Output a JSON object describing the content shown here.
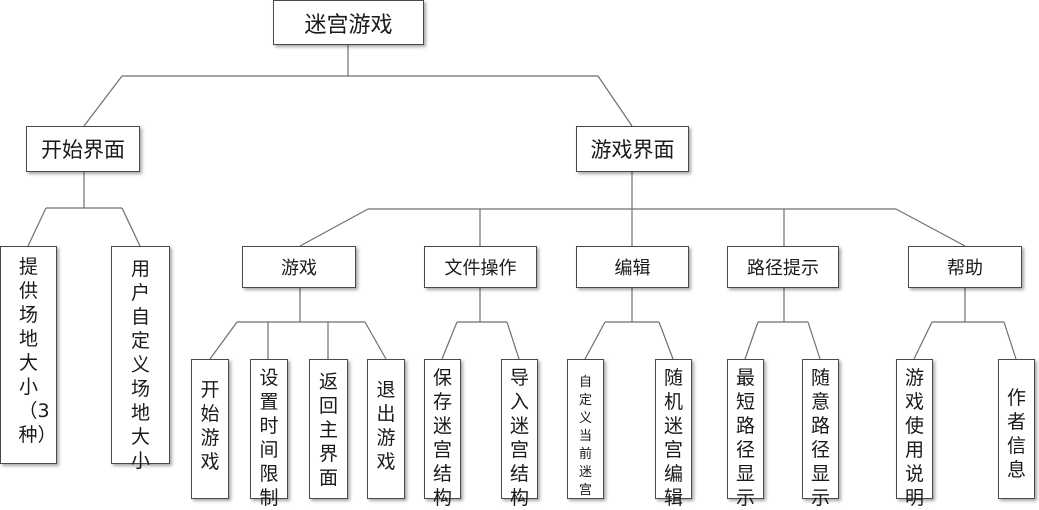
{
  "diagram": {
    "root": "迷宫游戏",
    "start_screen": {
      "label": "开始界面",
      "children": [
        "提供场地大小（3种）",
        "用户自定义场地大小"
      ]
    },
    "game_screen": {
      "label": "游戏界面",
      "menus": [
        {
          "label": "游戏",
          "children": [
            "开始游戏",
            "设置时间限制",
            "返回主界面",
            "退出游戏"
          ]
        },
        {
          "label": "文件操作",
          "children": [
            "保存迷宫结构",
            "导入迷宫结构"
          ]
        },
        {
          "label": "编辑",
          "children": [
            "自定义当前迷宫",
            "随机迷宫编辑"
          ]
        },
        {
          "label": "路径提示",
          "children": [
            "最短路径显示",
            "随意路径显示"
          ]
        },
        {
          "label": "帮助",
          "children": [
            "游戏使用说明",
            "作者信息"
          ]
        }
      ]
    }
  }
}
